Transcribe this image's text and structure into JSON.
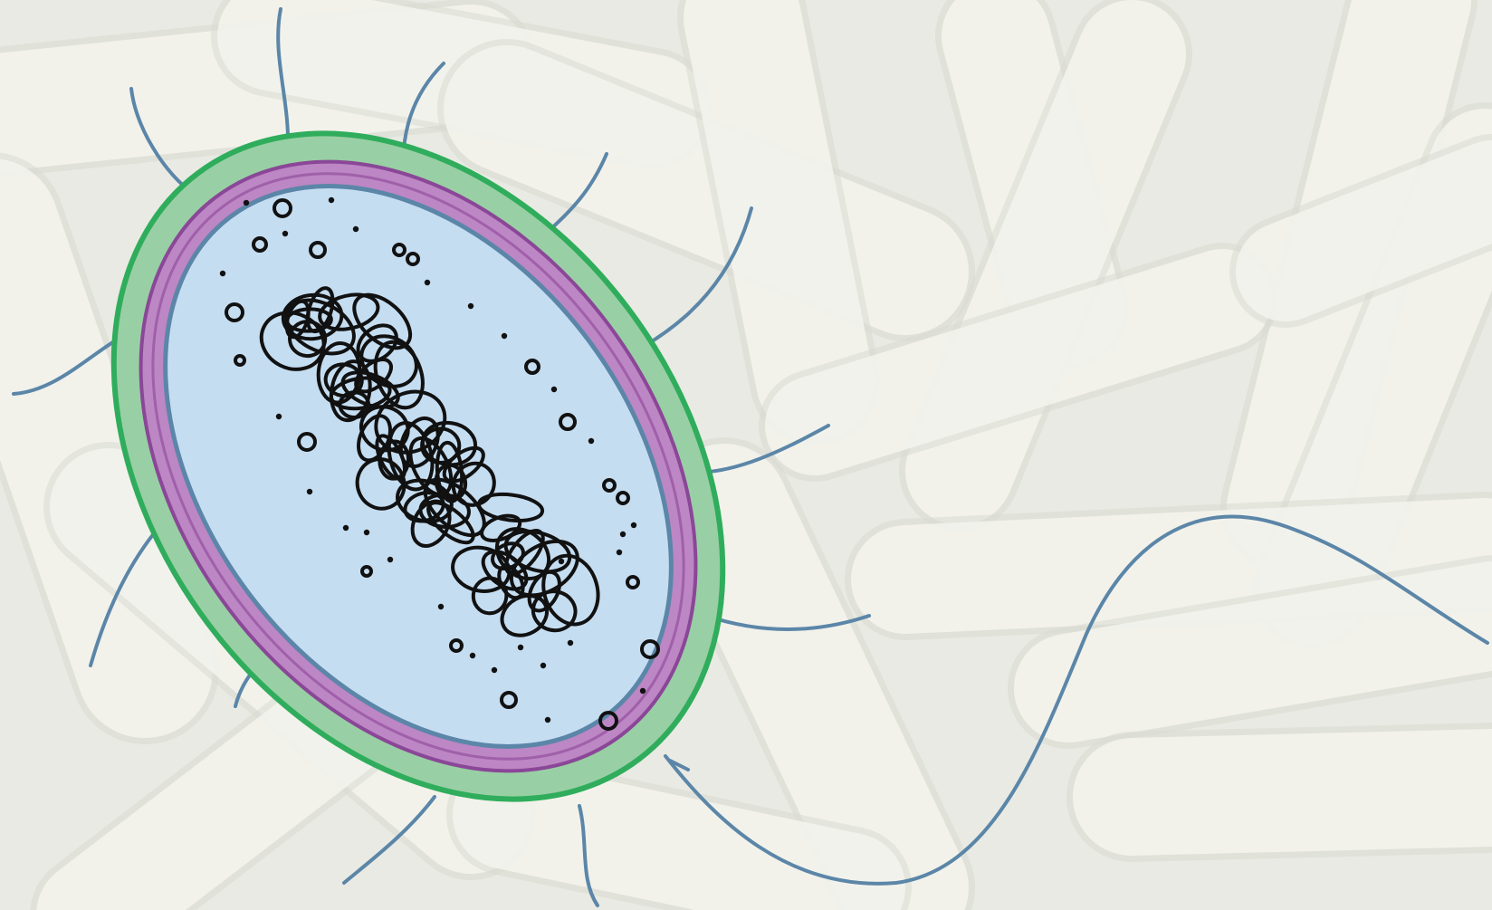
{
  "diagram": {
    "subject": "bacterium-cell",
    "labels": []
  },
  "colors": {
    "background": "#e9eae3",
    "background_rods": "#f4f4ee",
    "rod_shadow": "#d9dbd2",
    "capsule_fill": "#99cfa4",
    "capsule_stroke": "#2fad5c",
    "cell_wall_fill": "#bd86c4",
    "cell_wall_stroke": "#8a4797",
    "membrane_stroke": "#5b86a8",
    "cytoplasm_fill": "#c5ddf1",
    "pili_stroke": "#5b86a8",
    "nucleoid_stroke": "#111111",
    "ribosome_stroke": "#111111"
  },
  "icons": {
    "nucleoid": "tangled-dna-scribble",
    "ribosomes": "small-dots-and-rings",
    "pili": "thin-hair-lines",
    "flagellum": "long-wavy-tail"
  }
}
